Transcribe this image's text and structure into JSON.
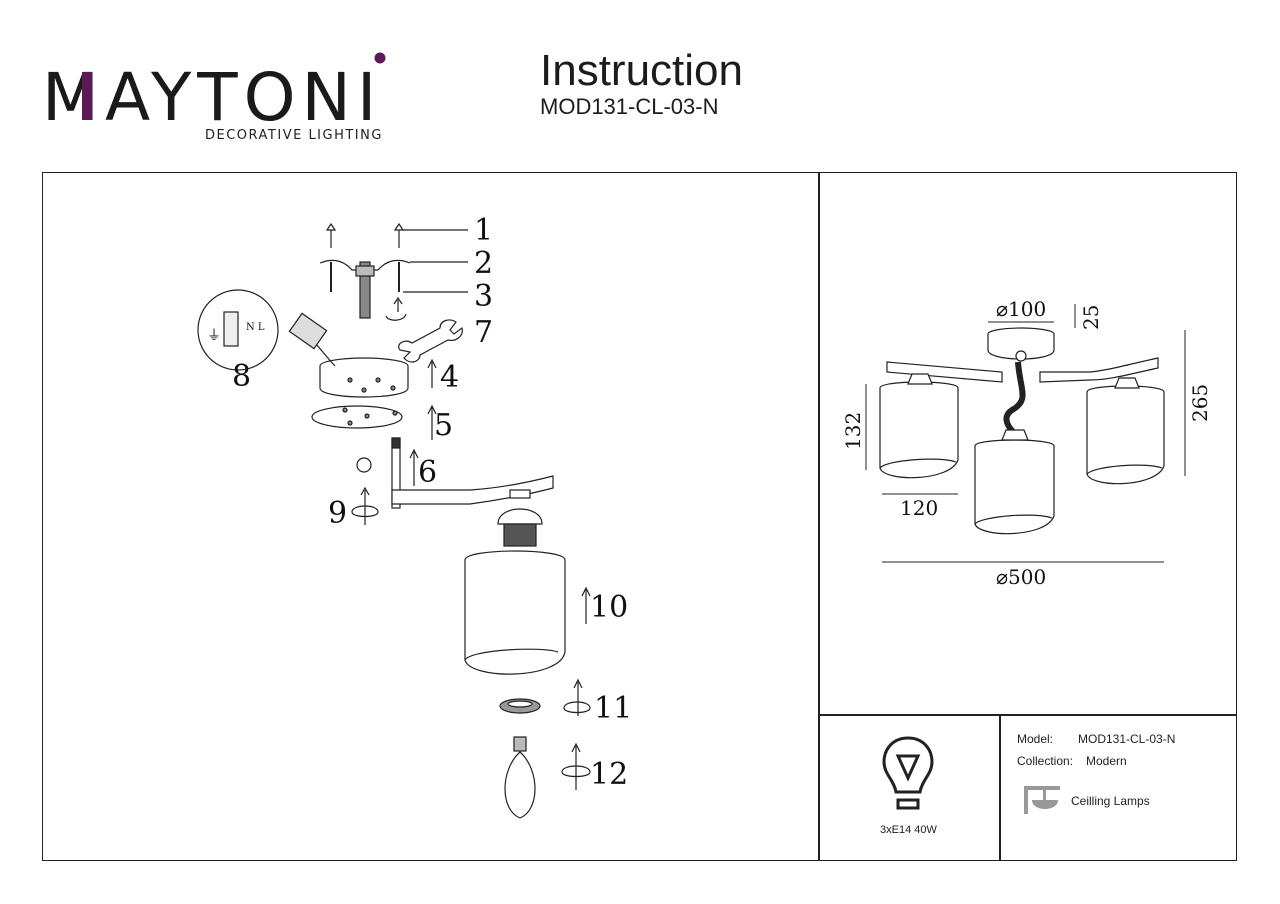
{
  "brand": {
    "name": "MAYTONI",
    "tagline": "DECORATIVE LIGHTING",
    "accent_color": "#5b1a57"
  },
  "header": {
    "title": "Instruction",
    "model": "MOD131-CL-03-N"
  },
  "assembly": {
    "callouts": [
      "1",
      "2",
      "3",
      "4",
      "5",
      "6",
      "7",
      "8",
      "9",
      "10",
      "11",
      "12"
    ]
  },
  "dimensions": {
    "top_diameter": "⌀100",
    "top_height": "25",
    "overall_height": "265",
    "shade_height": "132",
    "shade_width": "120",
    "overall_diameter": "⌀500"
  },
  "specs": {
    "bulb_label": "3xE14 40W",
    "model_label": "Model:",
    "model_value": "MOD131-CL-03-N",
    "collection_label": "Collection:",
    "collection_value": "Modern",
    "type_label": "Ceilling Lamps",
    "icons": [
      "light-bulb-icon",
      "ceiling-lamp-icon"
    ]
  }
}
